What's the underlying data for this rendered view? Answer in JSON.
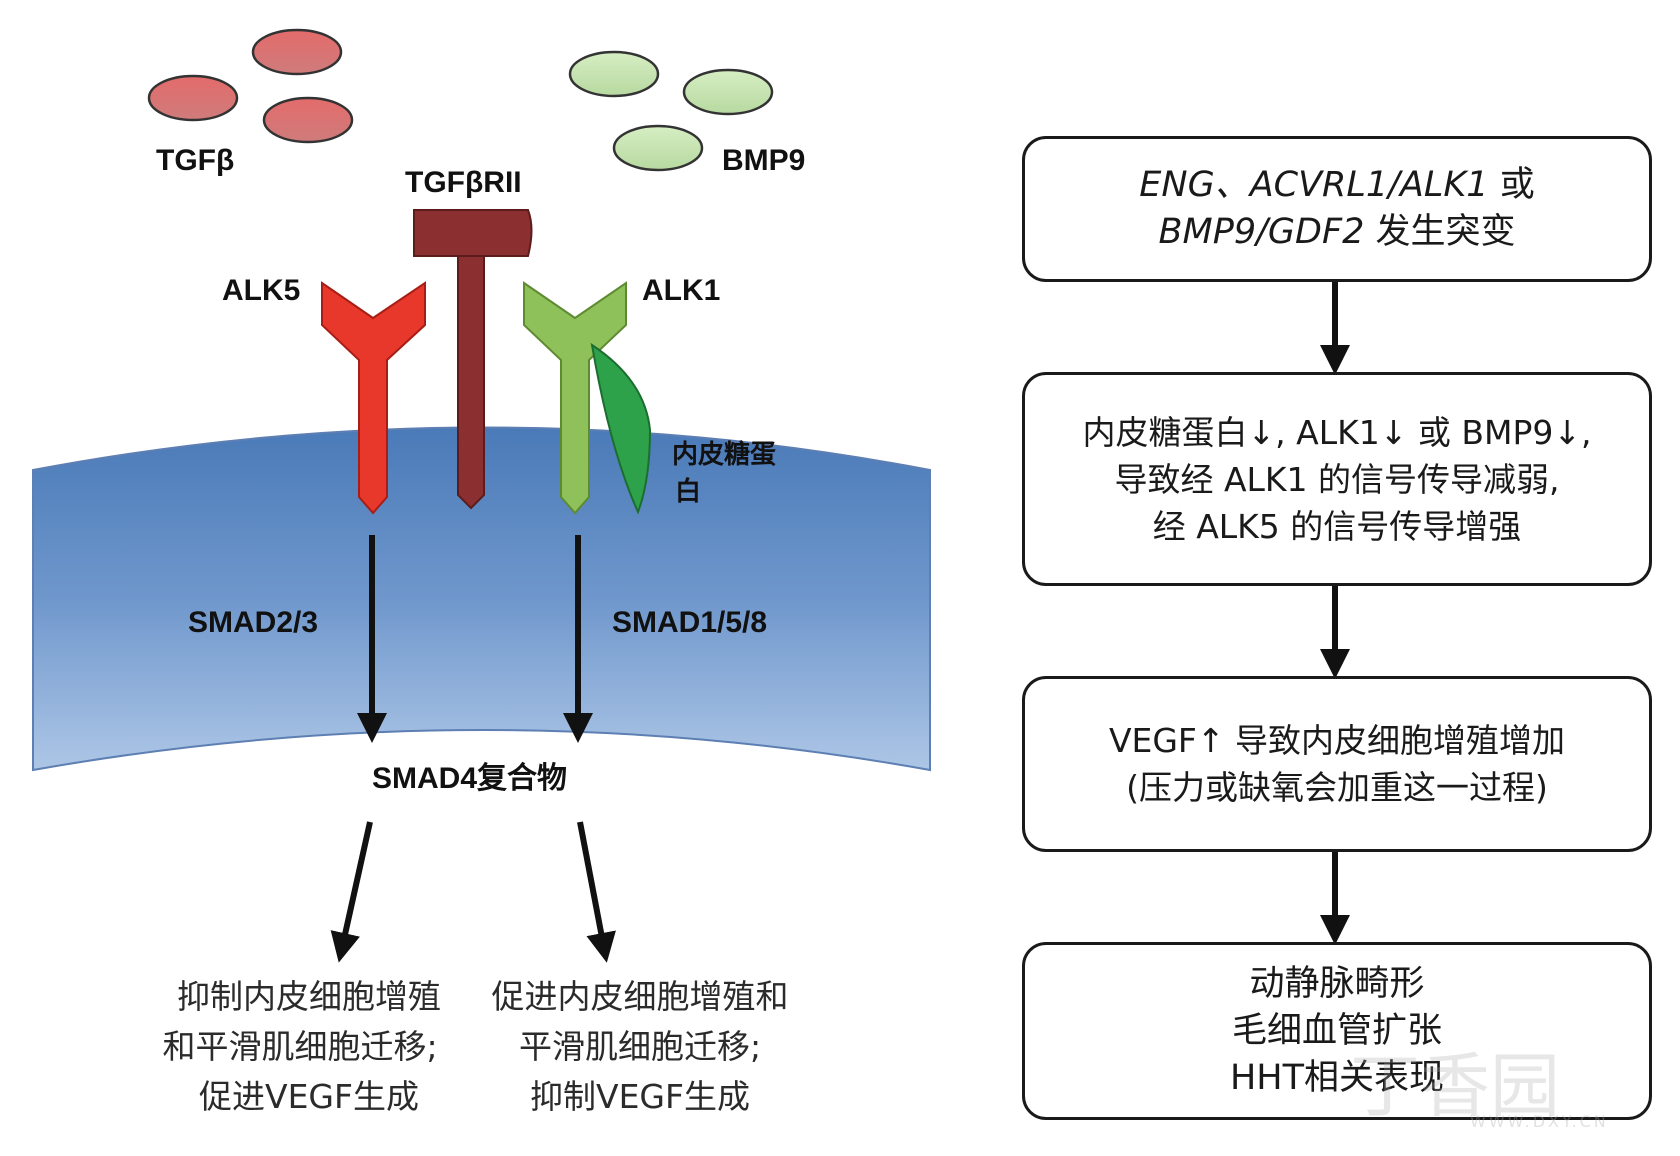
{
  "left_diagram": {
    "ligand_tgfb": "TGFβ",
    "ligand_bmp9": "BMP9",
    "receptor_tgfbrii": "TGFβRII",
    "receptor_alk5": "ALK5",
    "receptor_alk1": "ALK1",
    "endoglin_line1": "内皮糖蛋",
    "endoglin_line2": "白",
    "smad23": "SMAD2/3",
    "smad158": "SMAD1/5/8",
    "smad4": "SMAD4复合物",
    "outcome_left": [
      "抑制内皮细胞增殖",
      "和平滑肌细胞迁移;",
      "促进VEGF生成"
    ],
    "outcome_right": [
      "促进内皮细胞增殖和",
      "平滑肌细胞迁移;",
      "抑制VEGF生成"
    ]
  },
  "flowchart": {
    "box1": {
      "line1_italic": "ENG、ACVRL1/ALK1",
      "line1_rest": " 或",
      "line2_italic": "BMP9/GDF2",
      "line2_rest": " 发生突变"
    },
    "box2": [
      "内皮糖蛋白↓, ALK1↓ 或 BMP9↓,",
      "导致经 ALK1 的信号传导减弱,",
      "经 ALK5 的信号传导增强"
    ],
    "box3": [
      "VEGF↑ 导致内皮细胞增殖增加",
      "(压力或缺氧会加重这一过程)"
    ],
    "box4": [
      "动静脉畸形",
      "毛细血管扩张",
      "HHT相关表现"
    ]
  },
  "watermark": {
    "text": "丁香园",
    "url": "WWW.DXY.CN"
  },
  "colors": {
    "tgfb_ligand": "#d98a8a",
    "bmp9_ligand": "#c8e6b0",
    "alk5": "#e8382b",
    "alk1": "#8fc15a",
    "tgfbrii": "#8a3030",
    "endoglin": "#2ea24a",
    "membrane_top": "#4f7fc0",
    "membrane_bottom": "#a9c4e4"
  }
}
